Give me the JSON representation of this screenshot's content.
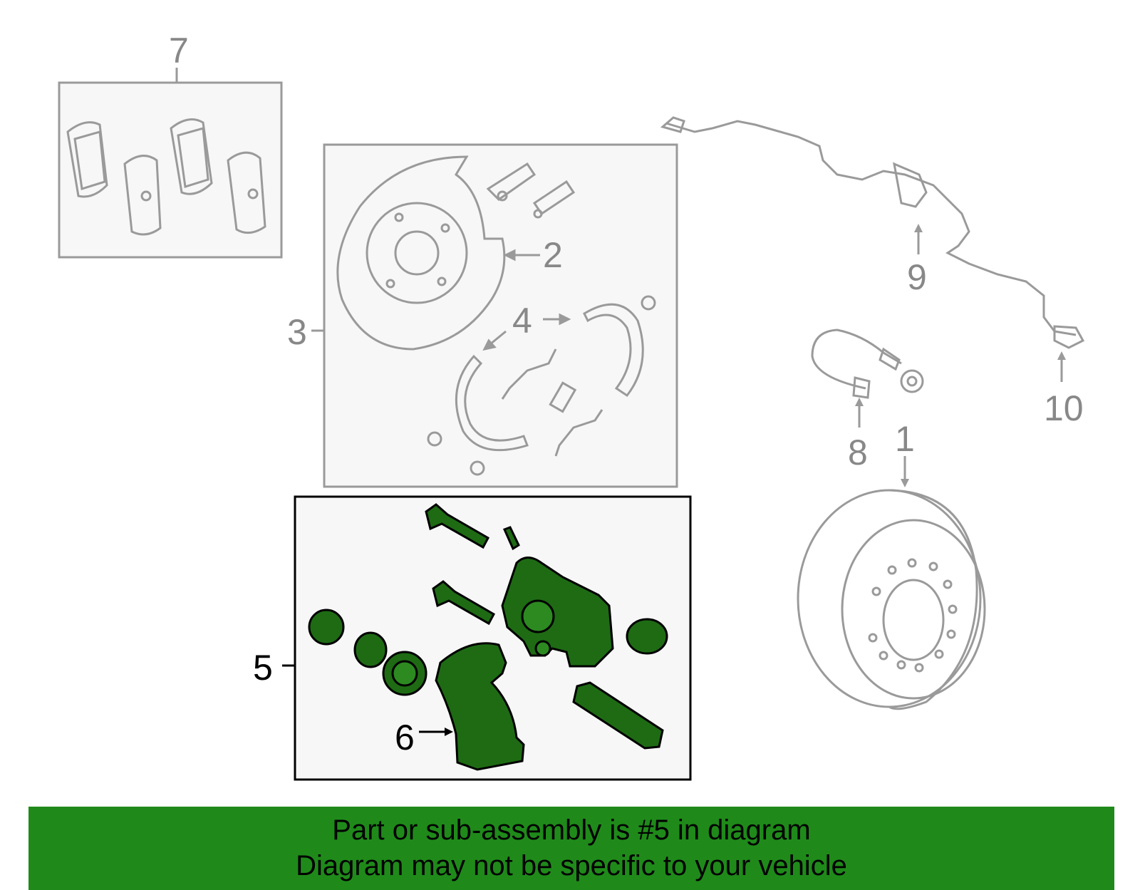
{
  "diagram": {
    "callouts": {
      "c1": "1",
      "c2": "2",
      "c3": "3",
      "c4": "4",
      "c5": "5",
      "c6": "6",
      "c7": "7",
      "c8": "8",
      "c9": "9",
      "c10": "10"
    },
    "highlight_color": "#1f8a1a",
    "part_color": "#1e6b14",
    "line_color": "#9a9a9a"
  },
  "banner": {
    "line1": "Part or sub-assembly is #5 in diagram",
    "line2": "Diagram may not be specific to your vehicle"
  }
}
